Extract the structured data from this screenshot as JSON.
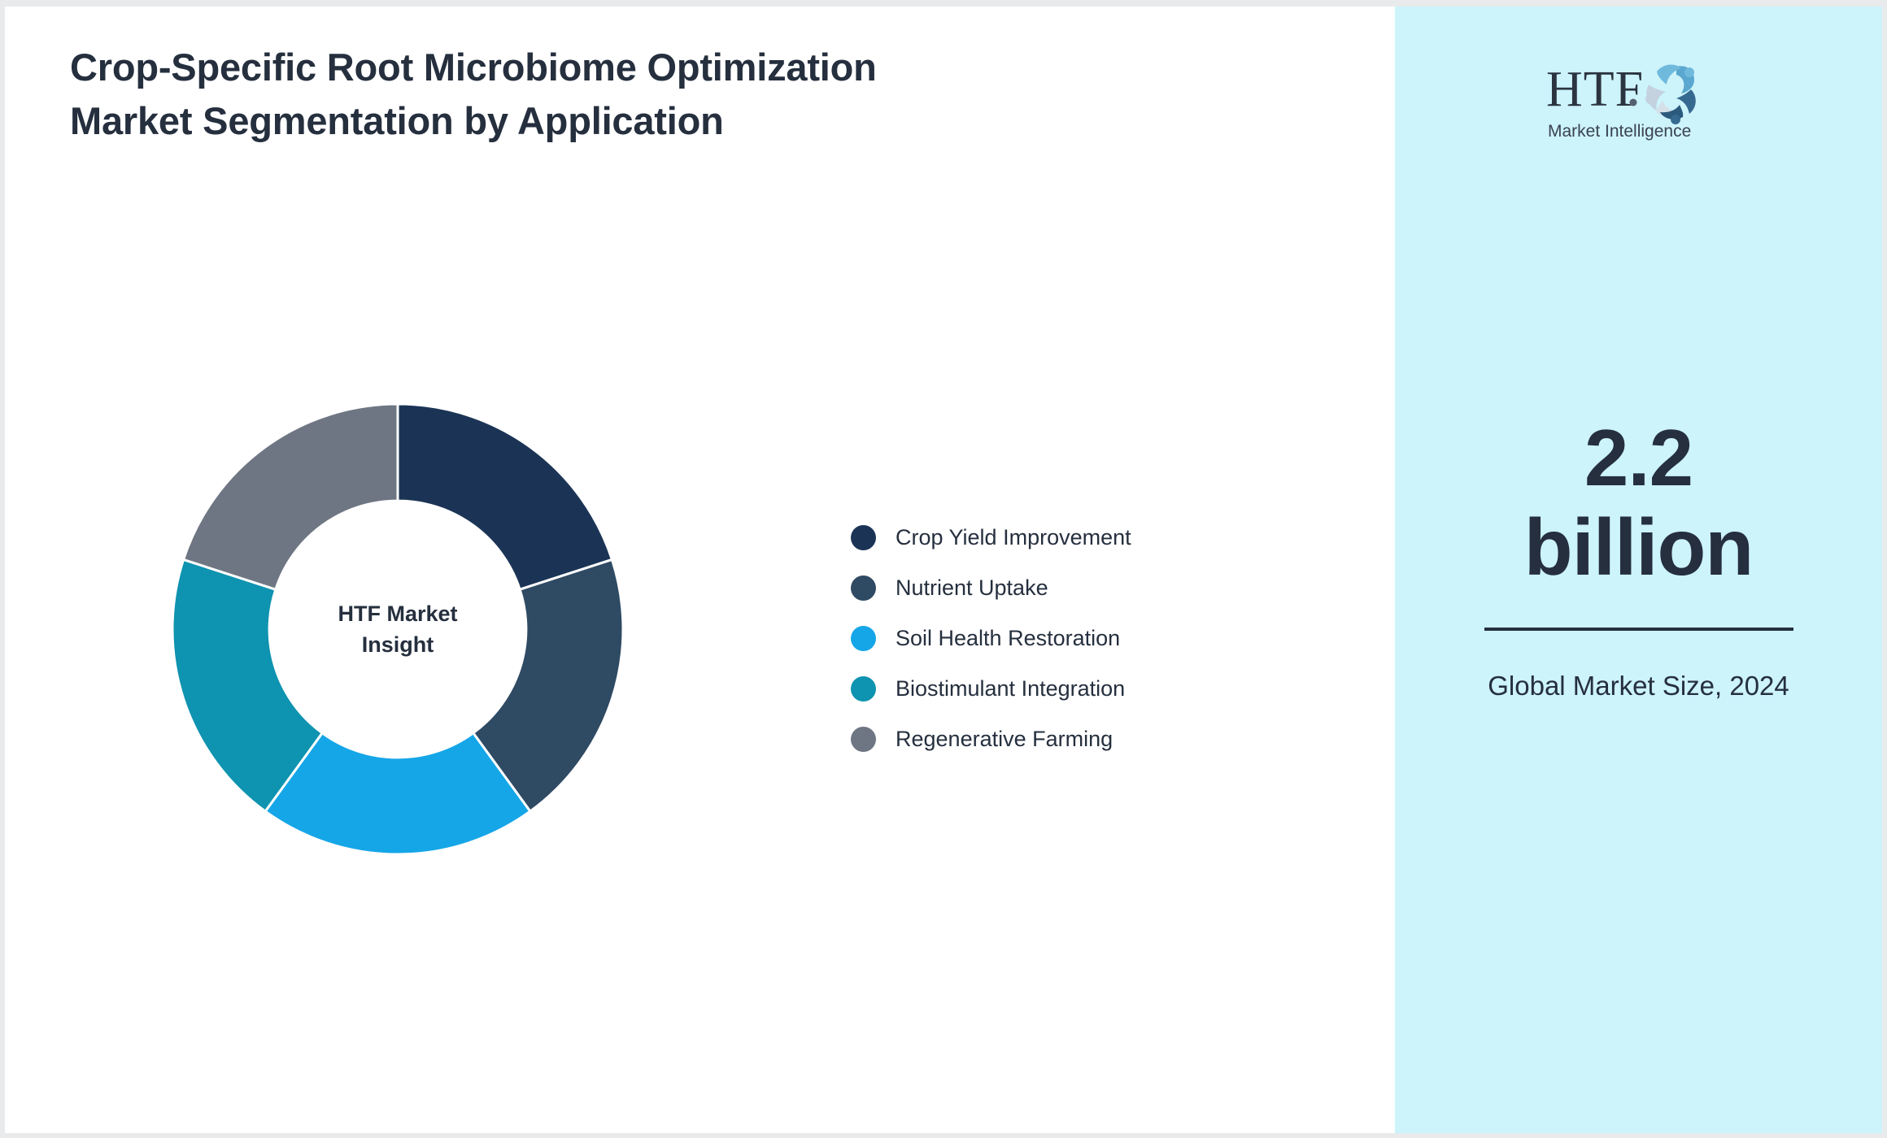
{
  "header": {
    "title": "Crop-Specific Root Microbiome Optimization Market Segmentation by Application"
  },
  "chart_data": {
    "type": "pie",
    "variant": "donut",
    "title": "Crop-Specific Root Microbiome Optimization Market Segmentation by Application",
    "center_label": "HTF Market Insight",
    "categories": [
      "Crop Yield Improvement",
      "Nutrient Uptake",
      "Soil Health Restoration",
      "Biostimulant Integration",
      "Regenerative Farming"
    ],
    "values": [
      20,
      20,
      20,
      20,
      20
    ],
    "value_unit": "percent",
    "colors": [
      "#1b3456",
      "#2f4a63",
      "#15a6e8",
      "#0e93b0",
      "#6f7683"
    ],
    "legend_position": "right",
    "grid": false,
    "start_angle_deg": 0,
    "inner_radius_ratio": 0.57
  },
  "legend": {
    "items": [
      {
        "label": "Crop Yield Improvement",
        "color": "#1b3456"
      },
      {
        "label": "Nutrient Uptake",
        "color": "#2f4a63"
      },
      {
        "label": "Soil Health Restoration",
        "color": "#15a6e8"
      },
      {
        "label": "Biostimulant Integration",
        "color": "#0e93b0"
      },
      {
        "label": "Regenerative Farming",
        "color": "#6f7683"
      }
    ]
  },
  "sidebar": {
    "logo": {
      "wordmark": "HTF",
      "tagline": "Market Intelligence"
    },
    "stat": {
      "value": "2.2 billion",
      "caption": "Global Market Size, 2024"
    }
  },
  "theme": {
    "panel_background": "#cdf3fb",
    "canvas_background": "#ffffff",
    "text_color": "#252f3e"
  }
}
